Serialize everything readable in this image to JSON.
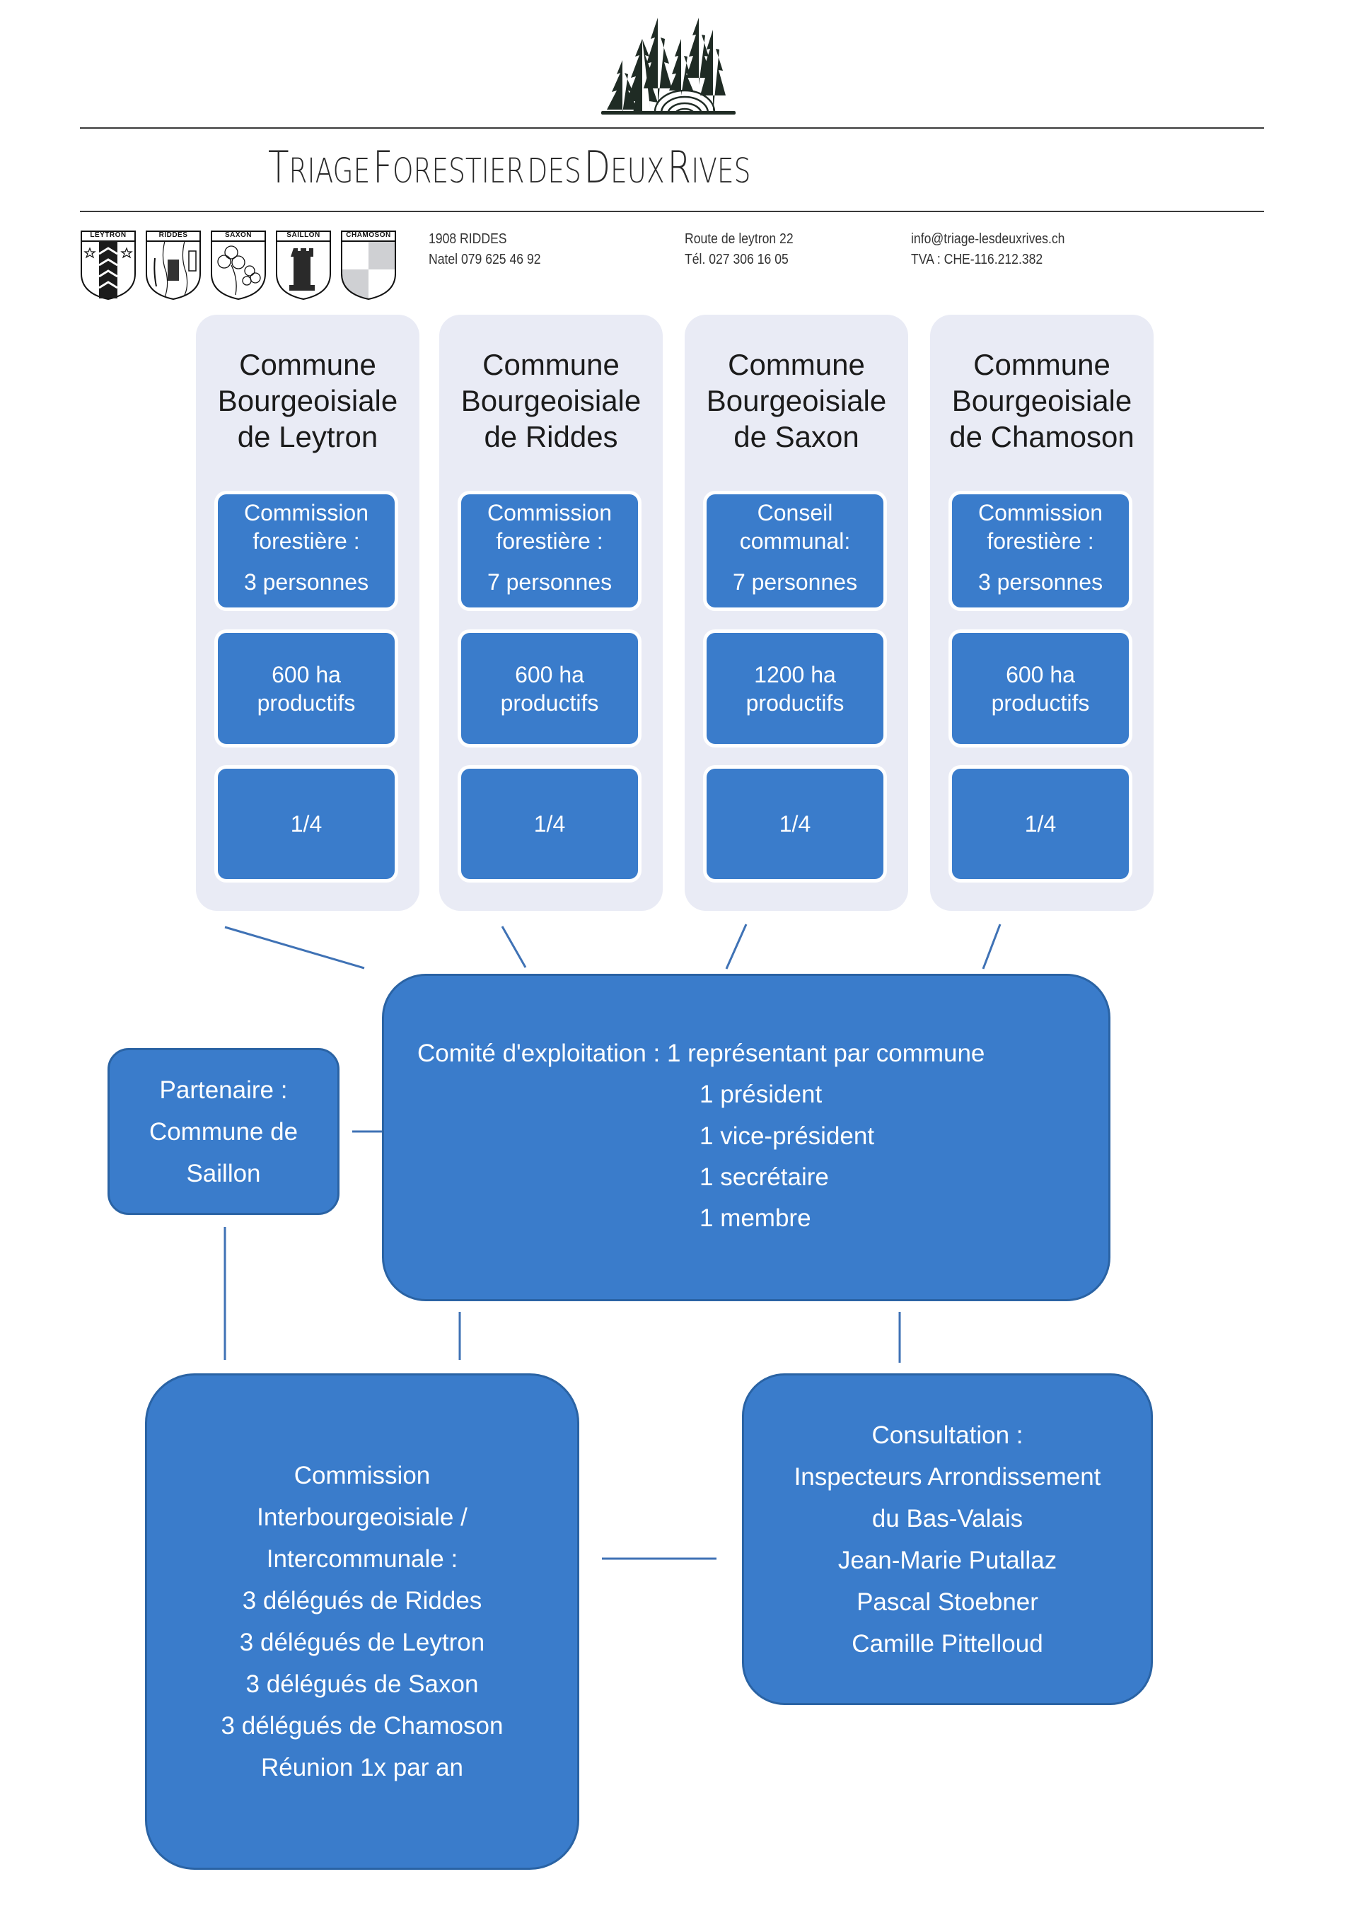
{
  "header": {
    "logo_icon": "forest-trees-logo-icon",
    "title_parts": [
      {
        "cap": "T",
        "rest": "RIAGE"
      },
      {
        "cap": "F",
        "rest": "ORESTIER"
      },
      {
        "cap": "",
        "rest": "DES"
      },
      {
        "cap": "D",
        "rest": "EUX"
      },
      {
        "cap": "R",
        "rest": "IVES"
      }
    ],
    "shields": [
      {
        "label": "LEYTRON",
        "icon": "leytron-coat-of-arms-icon"
      },
      {
        "label": "RIDDES",
        "icon": "riddes-coat-of-arms-icon"
      },
      {
        "label": "SAXON",
        "icon": "saxon-coat-of-arms-icon"
      },
      {
        "label": "SAILLON",
        "icon": "saillon-coat-of-arms-icon"
      },
      {
        "label": "CHAMOSON",
        "icon": "chamoson-coat-of-arms-icon"
      }
    ],
    "contact": {
      "address_line1": "1908 RIDDES",
      "address_line2": "Natel 079 625 46 92",
      "street_line1": "Route de leytron 22",
      "street_line2": "Tél. 027 306 16 05",
      "email_line": "info@triage-lesdeuxrives.ch",
      "vat_line": "TVA : CHE-116.212.382"
    }
  },
  "communes": [
    {
      "title": [
        "Commune",
        "Bourgeoisiale",
        "de Leytron"
      ],
      "body": [
        "Commission",
        "forestière :",
        "3 personnes"
      ],
      "area": [
        "600 ha",
        "productifs"
      ],
      "share": "1/4"
    },
    {
      "title": [
        "Commune",
        "Bourgeoisiale",
        "de Riddes"
      ],
      "body": [
        "Commission",
        "forestière :",
        "7 personnes"
      ],
      "area": [
        "600 ha",
        "productifs"
      ],
      "share": "1/4"
    },
    {
      "title": [
        "Commune",
        "Bourgeoisiale",
        "de Saxon"
      ],
      "body": [
        "Conseil",
        "communal:",
        "7 personnes"
      ],
      "area": [
        "1200 ha",
        "productifs"
      ],
      "share": "1/4"
    },
    {
      "title": [
        "Commune",
        "Bourgeoisiale",
        "de Chamoson"
      ],
      "body": [
        "Commission",
        "forestière :",
        "3 personnes"
      ],
      "area": [
        "600 ha",
        "productifs"
      ],
      "share": "1/4"
    }
  ],
  "comite": {
    "label": "Comité d'exploitation :",
    "members": [
      "1 représentant par commune",
      "1 président",
      "1 vice-président",
      "1 secrétaire",
      "1 membre"
    ]
  },
  "partenaire": {
    "lines": [
      "Partenaire :",
      "Commune de",
      "Saillon"
    ]
  },
  "commission": {
    "lines": [
      "Commission",
      "Interbourgeoisiale /",
      "Intercommunale :",
      "3 délégués de Riddes",
      "3 délégués de Leytron",
      "3 délégués de Saxon",
      "3 délégués de Chamoson",
      "Réunion 1x par an"
    ]
  },
  "consultation": {
    "lines": [
      "Consultation :",
      "Inspecteurs Arrondissement",
      "du Bas-Valais",
      "Jean-Marie Putallaz",
      "Pascal Stoebner",
      "Camille Pittelloud"
    ]
  },
  "colors": {
    "box_blue": "#3a7ccb",
    "box_border": "#2a63a4",
    "column_bg": "#e9ebf5",
    "connector": "#3f72b5",
    "logo_green": "#1f2b24"
  }
}
